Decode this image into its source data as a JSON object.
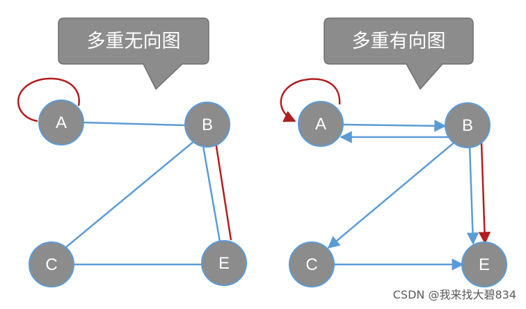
{
  "diagrams": [
    {
      "id": "undirected",
      "title": "多重无向图",
      "nodes": [
        "A",
        "B",
        "C",
        "E"
      ],
      "edges": [
        {
          "from": "A",
          "to": "A",
          "directed": false,
          "color": "#b01e1e"
        },
        {
          "from": "A",
          "to": "B",
          "directed": false,
          "color": "#5b9bd5"
        },
        {
          "from": "B",
          "to": "C",
          "directed": false,
          "color": "#5b9bd5"
        },
        {
          "from": "B",
          "to": "E",
          "directed": false,
          "color": "#5b9bd5"
        },
        {
          "from": "B",
          "to": "E",
          "directed": false,
          "color": "#b01e1e"
        },
        {
          "from": "C",
          "to": "E",
          "directed": false,
          "color": "#5b9bd5"
        }
      ]
    },
    {
      "id": "directed",
      "title": "多重有向图",
      "nodes": [
        "A",
        "B",
        "C",
        "E"
      ],
      "edges": [
        {
          "from": "A",
          "to": "A",
          "directed": true,
          "color": "#b01e1e"
        },
        {
          "from": "A",
          "to": "B",
          "directed": true,
          "color": "#5b9bd5"
        },
        {
          "from": "B",
          "to": "A",
          "directed": true,
          "color": "#5b9bd5"
        },
        {
          "from": "B",
          "to": "C",
          "directed": true,
          "color": "#5b9bd5"
        },
        {
          "from": "B",
          "to": "E",
          "directed": true,
          "color": "#5b9bd5"
        },
        {
          "from": "B",
          "to": "E",
          "directed": true,
          "color": "#b01e1e"
        },
        {
          "from": "C",
          "to": "E",
          "directed": true,
          "color": "#5b9bd5"
        }
      ]
    }
  ],
  "colors": {
    "node_fill": "#8c8c8c",
    "node_stroke": "#5b9bd5",
    "callout_fill": "#8c8c8c",
    "callout_stroke": "#6f6f6f",
    "edge_blue": "#5b9bd5",
    "edge_red": "#b01e1e"
  },
  "watermark": "CSDN @我来找大碧834"
}
